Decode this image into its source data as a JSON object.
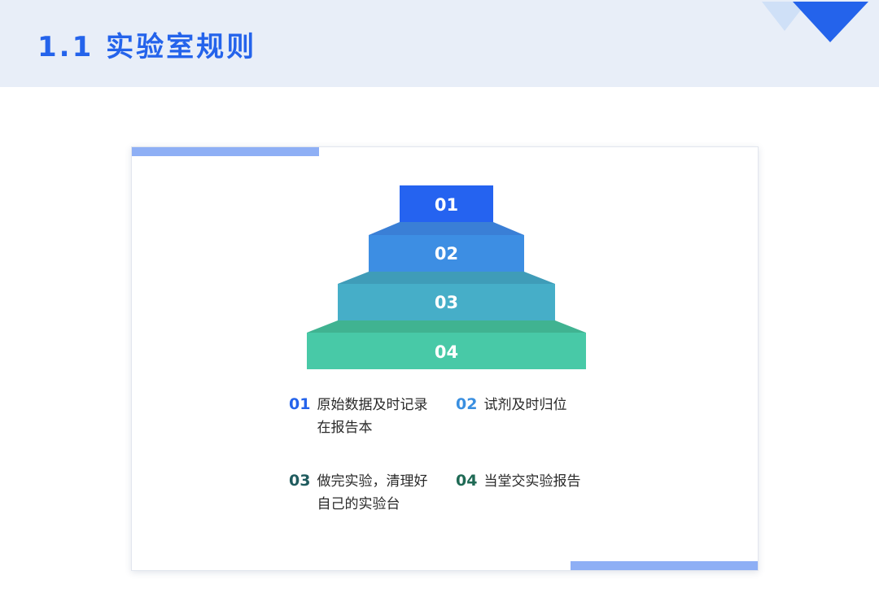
{
  "header": {
    "title": "1.1 实验室规则"
  },
  "colors": {
    "title": "#2463eb",
    "header_band": "#e8eef8",
    "accent_bar": "#8eaff5",
    "tier_01": "#2563f0",
    "tier_02": "#3d8ee3",
    "tier_03": "#46aec8",
    "tier_04": "#48c9a7"
  },
  "pyramid": {
    "tiers": [
      {
        "label": "01"
      },
      {
        "label": "02"
      },
      {
        "label": "03"
      },
      {
        "label": "04"
      }
    ]
  },
  "rules": [
    {
      "num": "01",
      "text": "原始数据及时记录在报告本",
      "color": "#2463eb"
    },
    {
      "num": "02",
      "text": "试剂及时归位",
      "color": "#3a8fe0"
    },
    {
      "num": "03",
      "text": "做完实验，清理好自己的实验台",
      "color": "#1f5b5e"
    },
    {
      "num": "04",
      "text": "当堂交实验报告",
      "color": "#1f6a55"
    }
  ]
}
